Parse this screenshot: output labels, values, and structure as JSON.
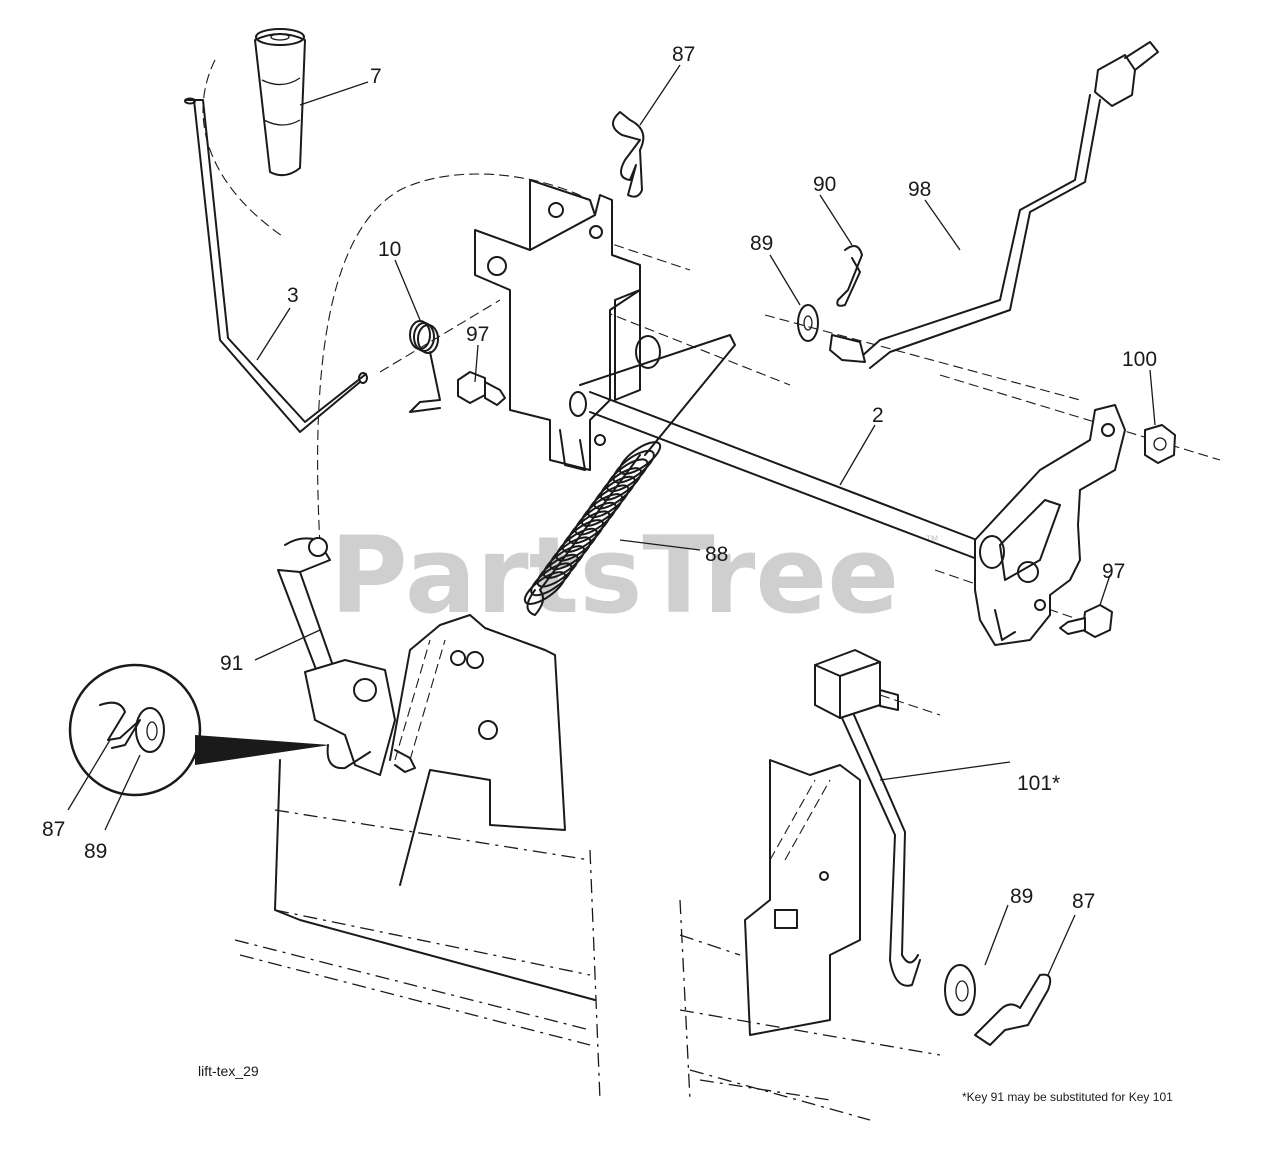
{
  "callouts": [
    {
      "id": "c7",
      "text": "7"
    },
    {
      "id": "c3",
      "text": "3"
    },
    {
      "id": "c10",
      "text": "10"
    },
    {
      "id": "c87a",
      "text": "87"
    },
    {
      "id": "c97a",
      "text": "97"
    },
    {
      "id": "c90",
      "text": "90"
    },
    {
      "id": "c89a",
      "text": "89"
    },
    {
      "id": "c98",
      "text": "98"
    },
    {
      "id": "c100",
      "text": "100"
    },
    {
      "id": "c2",
      "text": "2"
    },
    {
      "id": "c88",
      "text": "88"
    },
    {
      "id": "c97b",
      "text": "97"
    },
    {
      "id": "c91",
      "text": "91"
    },
    {
      "id": "c87b",
      "text": "87"
    },
    {
      "id": "c89b",
      "text": "89"
    },
    {
      "id": "c101",
      "text": "101*"
    },
    {
      "id": "c89c",
      "text": "89"
    },
    {
      "id": "c87c",
      "text": "87"
    }
  ],
  "drawing_code": "lift-tex_29",
  "footnote": "*Key 91 may be substituted for Key 101",
  "watermark": {
    "text": "PartsTree",
    "trademark": "™"
  }
}
